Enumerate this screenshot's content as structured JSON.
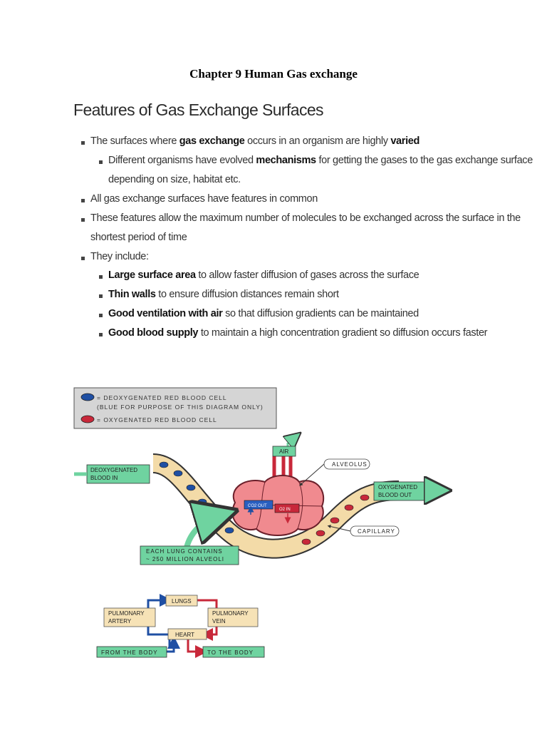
{
  "chapter_title": "Chapter 9 Human Gas exchange",
  "section_heading": "Features of Gas Exchange Surfaces",
  "bullets": {
    "b1": {
      "pre": "The surfaces where ",
      "bold1": "gas exchange",
      "mid": " occurs in an organism are highly ",
      "bold2": "varied"
    },
    "b1a": {
      "pre": "Different organisms have evolved ",
      "bold": "mechanisms",
      "post": " for getting the gases to the gas exchange surface",
      "cont": "depending on size, habitat etc."
    },
    "b2": "All gas exchange surfaces have features in common",
    "b3": {
      "line1": "These features allow the maximum number of molecules to be exchanged across the surface in the",
      "line2": "shortest period of time"
    },
    "b4": "They include:",
    "features": [
      {
        "bold": "Large surface area",
        "rest": " to allow faster diffusion of gases across the surface"
      },
      {
        "bold": "Thin walls",
        "rest": " to ensure diffusion distances remain short"
      },
      {
        "bold": "Good ventilation with air",
        "rest": " so that diffusion gradients can be maintained"
      },
      {
        "bold": "Good blood supply",
        "rest": " to maintain a high concentration gradient so diffusion occurs faster"
      }
    ]
  },
  "diagram": {
    "legend": {
      "deoxy_line1": "= DEOXYGENATED RED BLOOD CELL",
      "deoxy_line2": "(BLUE FOR PURPOSE OF THIS DIAGRAM ONLY)",
      "oxy": "= OXYGENATED RED BLOOD CELL"
    },
    "labels": {
      "air": "AIR",
      "alveolus": "ALVEOLUS",
      "deoxy_in_1": "DEOXYGENATED",
      "deoxy_in_2": "BLOOD IN",
      "oxy_out_1": "OXYGENATED",
      "oxy_out_2": "BLOOD OUT",
      "co2_out": "CO2 OUT",
      "o2_in": "O2 IN",
      "capillary": "CAPILLARY",
      "lung_note_1": "EACH LUNG CONTAINS",
      "lung_note_2": "~ 250 MILLION ALVEOLI",
      "lungs": "LUNGS",
      "pulmonary_artery_1": "PULMONARY",
      "pulmonary_artery_2": "ARTERY",
      "pulmonary_vein_1": "PULMONARY",
      "pulmonary_vein_2": "VEIN",
      "heart": "HEART",
      "from_body": "FROM THE BODY",
      "to_body": "TO THE BODY"
    },
    "colors": {
      "deoxy_cell": "#1f4fa3",
      "oxy_cell": "#c8283a",
      "alveolus": "#f08a8f",
      "capillary": "#f3dba8",
      "label_green": "#6fd3a0",
      "label_tan": "#f6e2b6"
    }
  }
}
